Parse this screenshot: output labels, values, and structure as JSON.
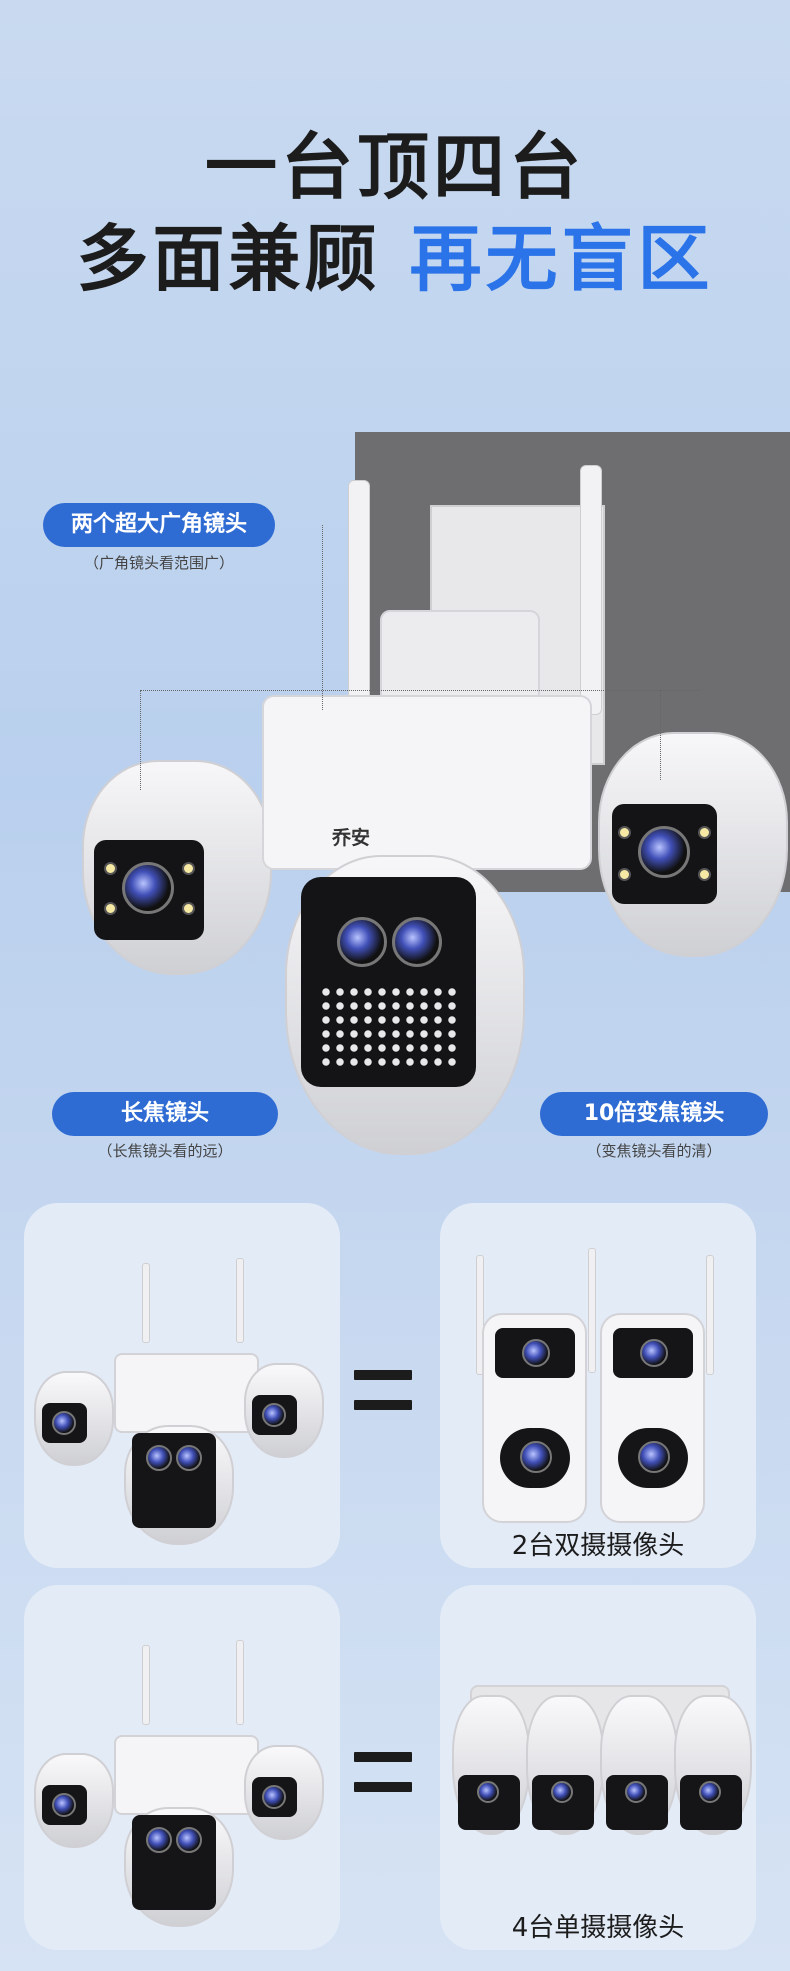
{
  "headline": {
    "line1": "一台顶四台",
    "line2_dark": "多面兼顾 ",
    "line2_blue": "再无盲区"
  },
  "brand": {
    "logo_text": "乔安"
  },
  "callouts": {
    "wide": {
      "title": "两个超大广角镜头",
      "note": "（广角镜头看范围广）"
    },
    "tele": {
      "title": "长焦镜头",
      "note": "（长焦镜头看的远）"
    },
    "zoom": {
      "title": "10倍变焦镜头",
      "note": "（变焦镜头看的清）"
    }
  },
  "comparisons": [
    {
      "label": "2台双摄摄像头",
      "count": 2
    },
    {
      "label": "4台单摄摄像头",
      "count": 4
    }
  ],
  "colors": {
    "accent": "#2a73e8",
    "pill": "#2e6bd3",
    "text": "#1c1c1c"
  }
}
